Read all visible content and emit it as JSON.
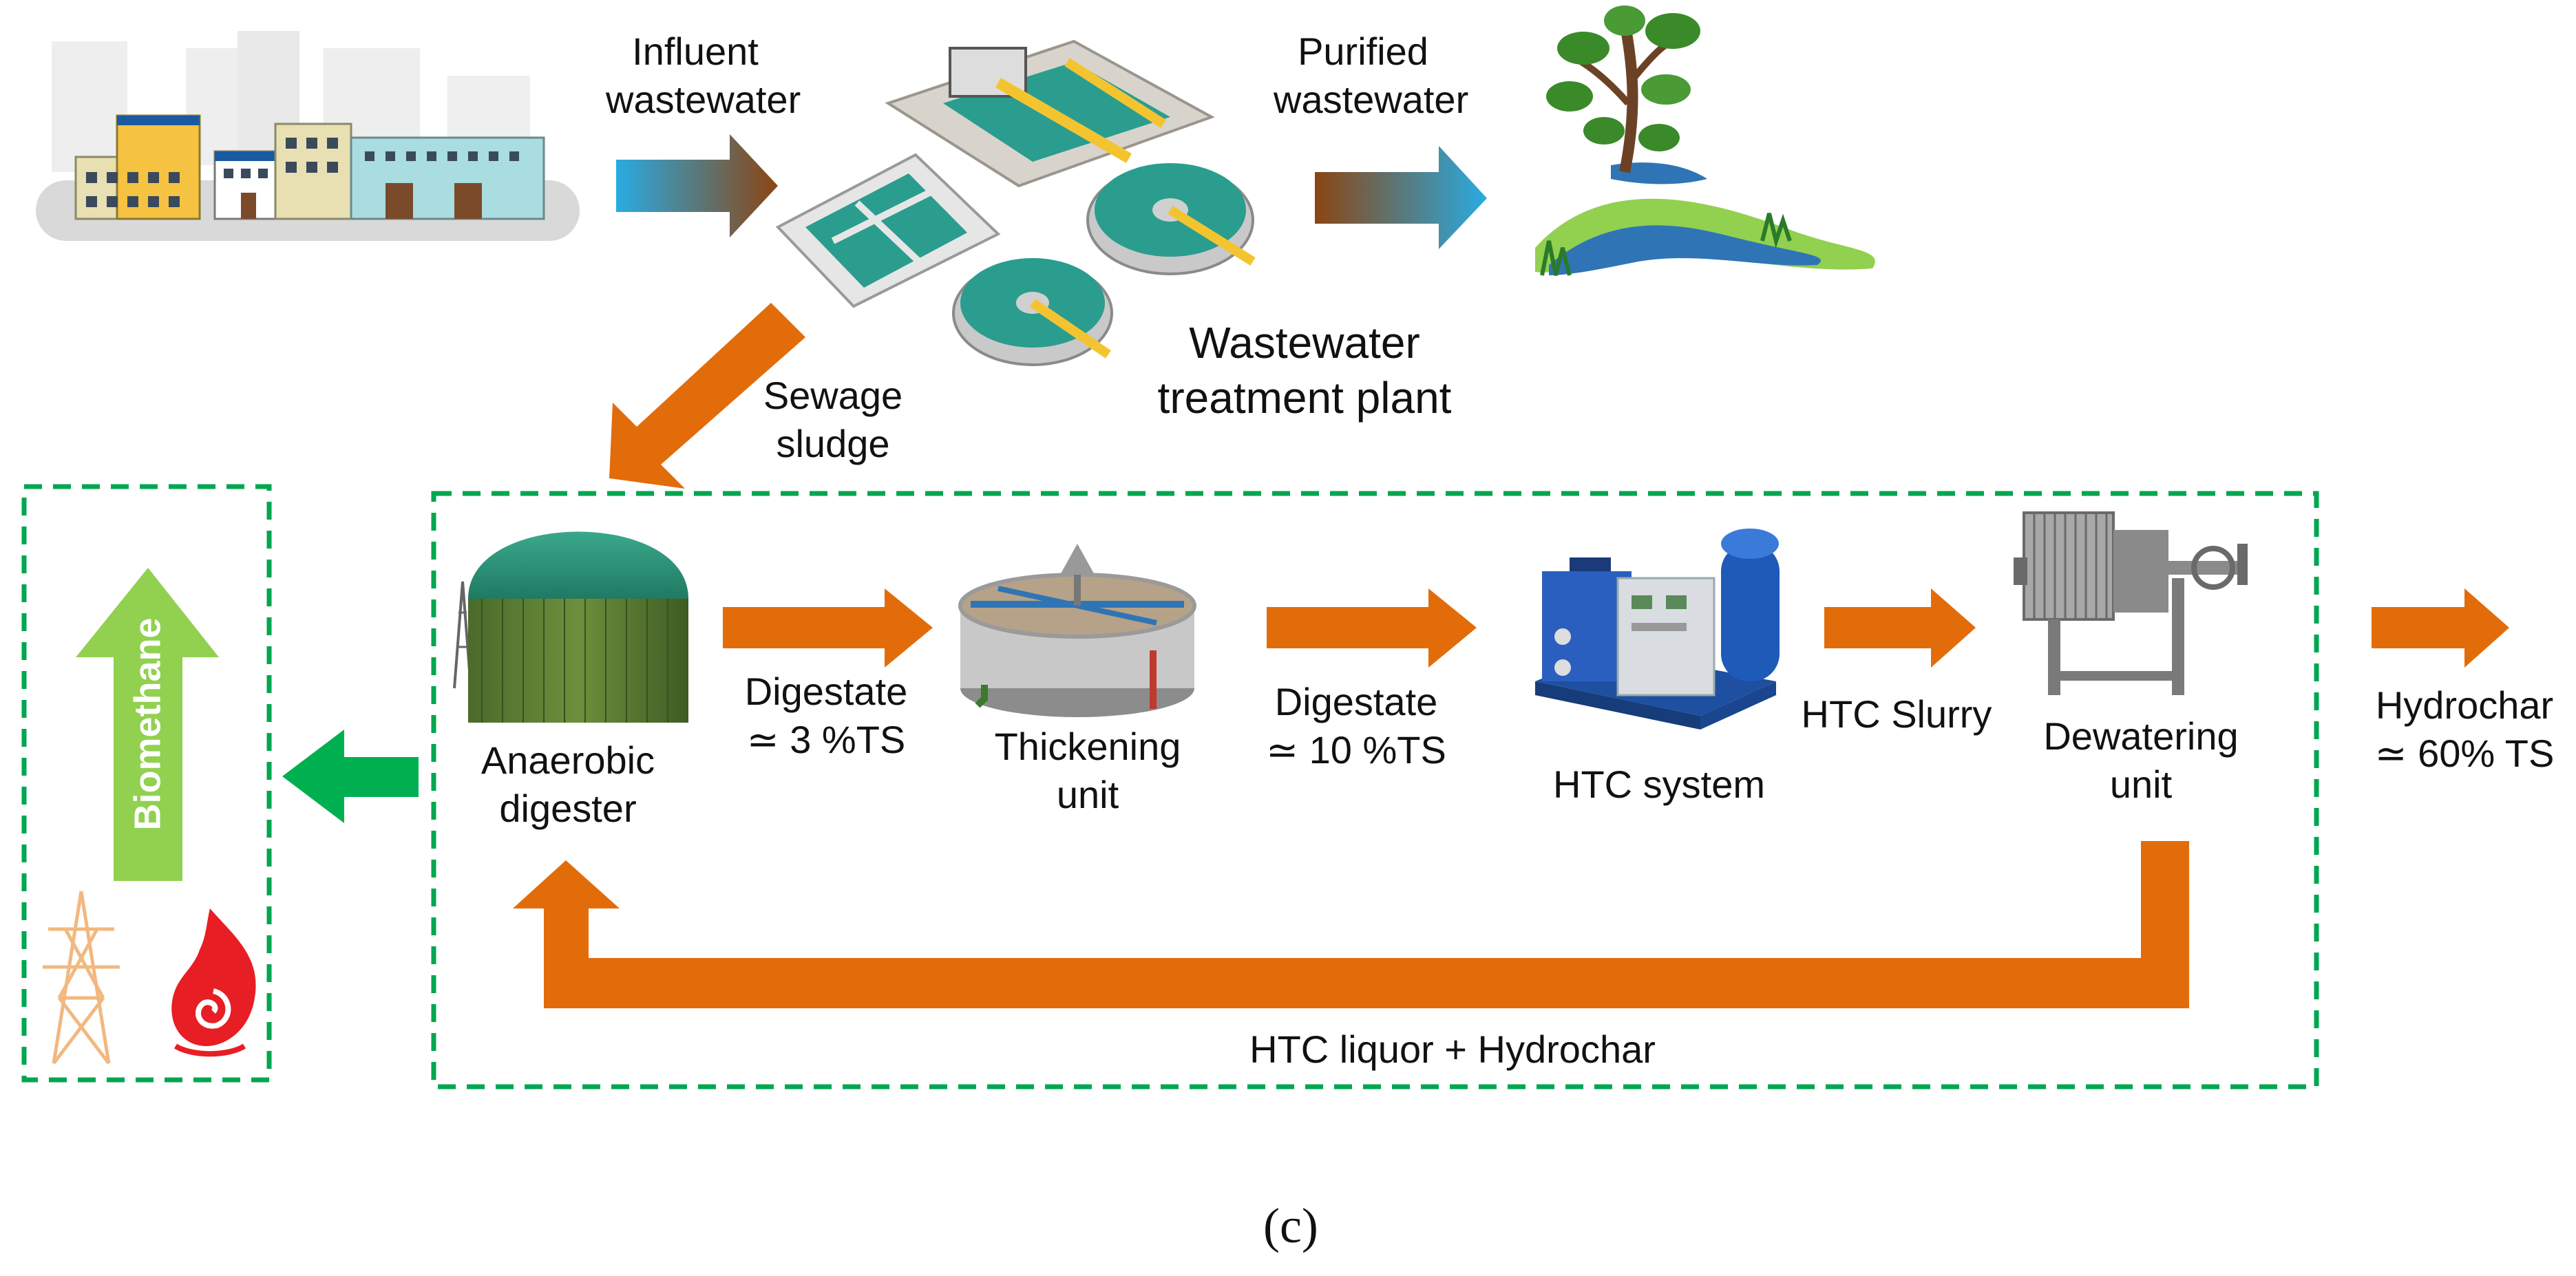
{
  "labels": {
    "influent": [
      "Influent",
      "wastewater"
    ],
    "purified": [
      "Purified",
      "wastewater"
    ],
    "plant": [
      "Wastewater",
      "treatment plant"
    ],
    "sewage_sludge": [
      "Sewage",
      "sludge"
    ],
    "anaerobic_digester": [
      "Anaerobic",
      "digester"
    ],
    "digestate_3": [
      "Digestate",
      "≃ 3 %TS"
    ],
    "thickening_unit": [
      "Thickening",
      "unit"
    ],
    "digestate_10": [
      "Digestate",
      "≃ 10 %TS"
    ],
    "htc_system": "HTC system",
    "htc_slurry": "HTC Slurry",
    "dewatering_unit": [
      "Dewatering",
      "unit"
    ],
    "hydrochar": [
      "Hydrochar",
      "≃  60% TS"
    ],
    "biomethane": "Biomethane",
    "recycle": "HTC liquor + Hydrochar"
  },
  "caption": "(c)",
  "colors": {
    "orange_arrow": "#e36c0a",
    "green_arrow": "#00b050",
    "biomethane_arrow": "#92d050",
    "dashed_border": "#00a650",
    "blue": "#29abe2",
    "brown": "#8b4513"
  },
  "icons": [
    "factory-icon",
    "treatment-plant-icon",
    "river-tree-icon",
    "anaerobic-digester-icon",
    "thickener-icon",
    "htc-system-icon",
    "filter-press-icon",
    "power-pylon-icon",
    "flame-icon"
  ]
}
